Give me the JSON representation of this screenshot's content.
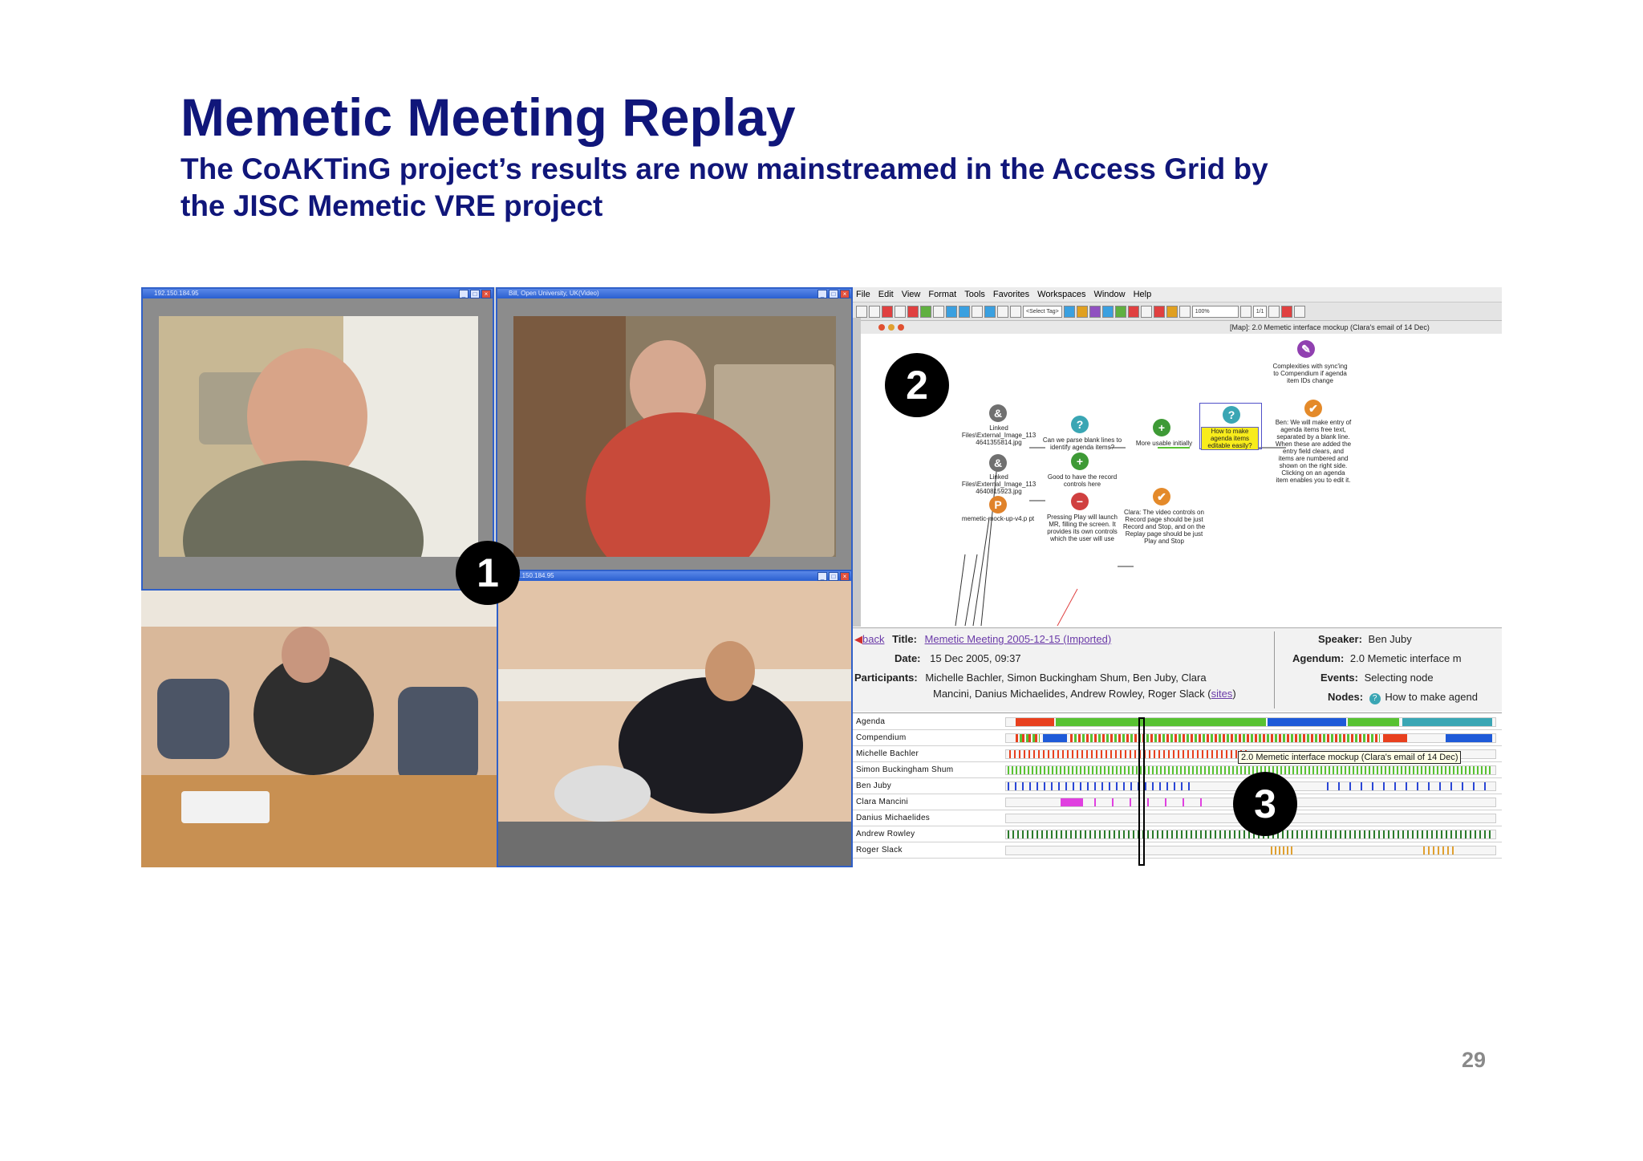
{
  "slide": {
    "title": "Memetic Meeting Replay",
    "subtitle": "The CoAKTinG project’s results are now mainstreamed in the Access Grid by the JISC Memetic VRE project",
    "page_number": "29"
  },
  "markers": [
    "1",
    "2",
    "3"
  ],
  "video_windows": [
    {
      "title": "192.150.184.95"
    },
    {
      "title": "Bill, Open University, UK(Video)"
    },
    {
      "title": "192.150.184.95"
    }
  ],
  "app": {
    "menu": [
      "File",
      "Edit",
      "View",
      "Format",
      "Tools",
      "Favorites",
      "Workspaces",
      "Window",
      "Help"
    ],
    "toolbar": {
      "tag_select": "<Select Tag>",
      "zoom": "100%",
      "page": "1/1"
    },
    "map_title": "[Map]: 2.0 Memetic interface mockup (Clara's email of 14 Dec)",
    "nodes": {
      "complexities": "Complexities with sync'ing to Compendium if agenda item IDs change",
      "linked1": "Linked Files\\External_Image_113 4641355814.jpg",
      "parse": "Can we parse blank lines to identify agenda items?",
      "usable": "More usable initially",
      "agenda_edit": "How to make agenda items editable easily?",
      "ben": "Ben: We will make entry of agenda items free text, separated by a blank line. When these are added the entry field clears, and items are numbered and shown on the right side. Clicking on an agenda item enables you to edit it.",
      "linked2": "Linked Files\\External_Image_113 4640815923.jpg",
      "record": "Good to have the record controls here",
      "mockup": "memetic-mock-up-v4.p pt",
      "play": "Pressing Play will launch MR, filling the screen. It provides its own controls which the user will use",
      "clara": "Clara: The video controls on Record page should be just Record and Stop, and on the Replay page should be just Play and Stop"
    },
    "info": {
      "back": "back",
      "title_label": "Title:",
      "title_value": "Memetic Meeting 2005-12-15 (Imported)",
      "date_label": "Date:",
      "date_value": "15 Dec 2005, 09:37",
      "participants_label": "Participants:",
      "participants_line1": "Michelle Bachler, Simon Buckingham Shum, Ben Juby, Clara",
      "participants_line2": "Mancini, Danius Michaelides, Andrew Rowley, Roger Slack (",
      "sites": "sites",
      "participants_end": ")",
      "speaker_label": "Speaker:",
      "speaker_value": "Ben Juby",
      "agendum_label": "Agendum:",
      "agendum_value": "2.0 Memetic interface m",
      "events_label": "Events:",
      "events_value": "Selecting node",
      "nodes_label": "Nodes:",
      "nodes_value": "How to make agend"
    },
    "timeline_rows": [
      "Agenda",
      "Compendium",
      "Michelle Bachler",
      "Simon Buckingham Shum",
      "Ben Juby",
      "Clara Mancini",
      "Danius Michaelides",
      "Andrew Rowley",
      "Roger Slack"
    ],
    "tooltip": "2.0 Memetic interface mockup (Clara's email of 14 Dec)",
    "colors": {
      "agenda_red": "#e8401e",
      "agenda_green": "#58c232",
      "agenda_blue": "#1e5ad8",
      "agenda_teal": "#3aa6b4",
      "ben": "#2a46d6",
      "clara": "#e040e0",
      "andrew": "#2a7a2a",
      "roger": "#e0a030"
    }
  }
}
